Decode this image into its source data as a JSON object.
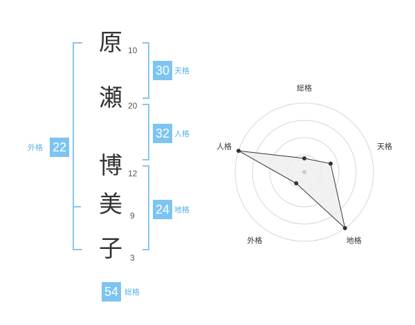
{
  "name": {
    "characters": [
      {
        "char": "原",
        "strokes": "10"
      },
      {
        "char": "瀬",
        "strokes": "20"
      },
      {
        "char": "博",
        "strokes": "12"
      },
      {
        "char": "美",
        "strokes": "9"
      },
      {
        "char": "子",
        "strokes": "3"
      }
    ]
  },
  "grids": {
    "tenkaku": {
      "value": "30",
      "label": "天格"
    },
    "jinkaku": {
      "value": "32",
      "label": "人格"
    },
    "chikaku": {
      "value": "24",
      "label": "地格"
    },
    "gaikaku": {
      "value": "22",
      "label": "外格"
    },
    "soukaku": {
      "value": "54",
      "label": "総格"
    }
  },
  "colors": {
    "accent": "#7cc4f2",
    "bracket": "#86c6ef",
    "label": "#5ab1e8",
    "text": "#333333"
  },
  "chart_data": {
    "type": "radar",
    "axes": [
      "総格",
      "天格",
      "地格",
      "外格",
      "人格"
    ],
    "values": [
      1,
      2,
      5,
      1,
      5
    ],
    "max": 5,
    "rings": 4,
    "center_marker": true
  }
}
